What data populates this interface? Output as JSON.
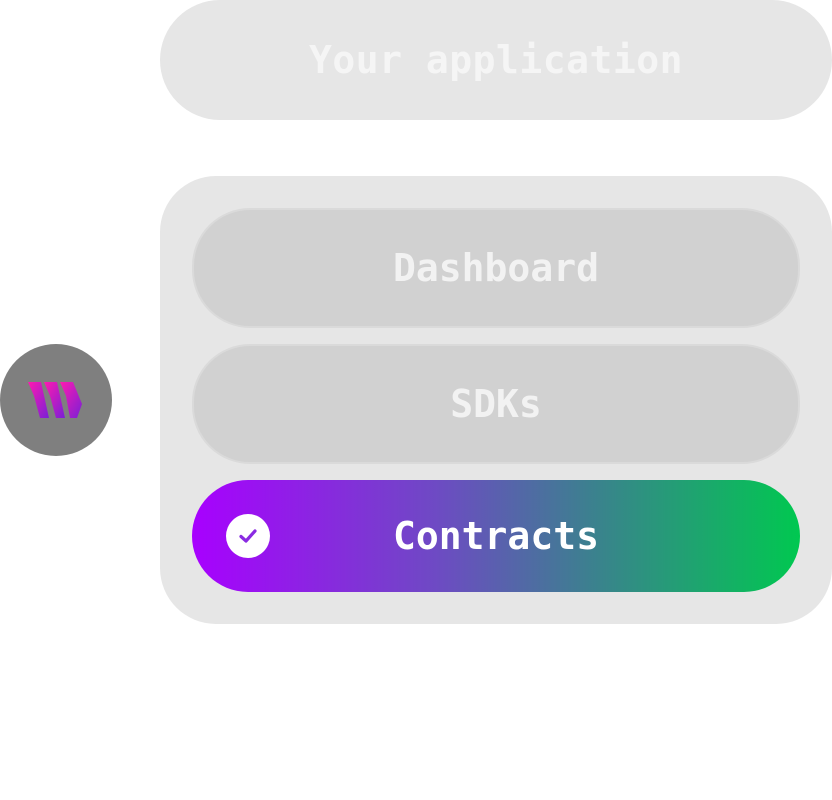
{
  "app": {
    "label": "Your application"
  },
  "logo": {
    "icon": "w-logo-icon"
  },
  "options": [
    {
      "label": "Dashboard",
      "selected": false
    },
    {
      "label": "SDKs",
      "selected": false
    },
    {
      "label": "Contracts",
      "selected": true,
      "icon": "check-circle-icon"
    }
  ],
  "colors": {
    "selected_gradient_start": "#a800ff",
    "selected_gradient_end": "#00c850",
    "logo_magenta": "#e6009e",
    "logo_purple": "#8a2be2"
  }
}
